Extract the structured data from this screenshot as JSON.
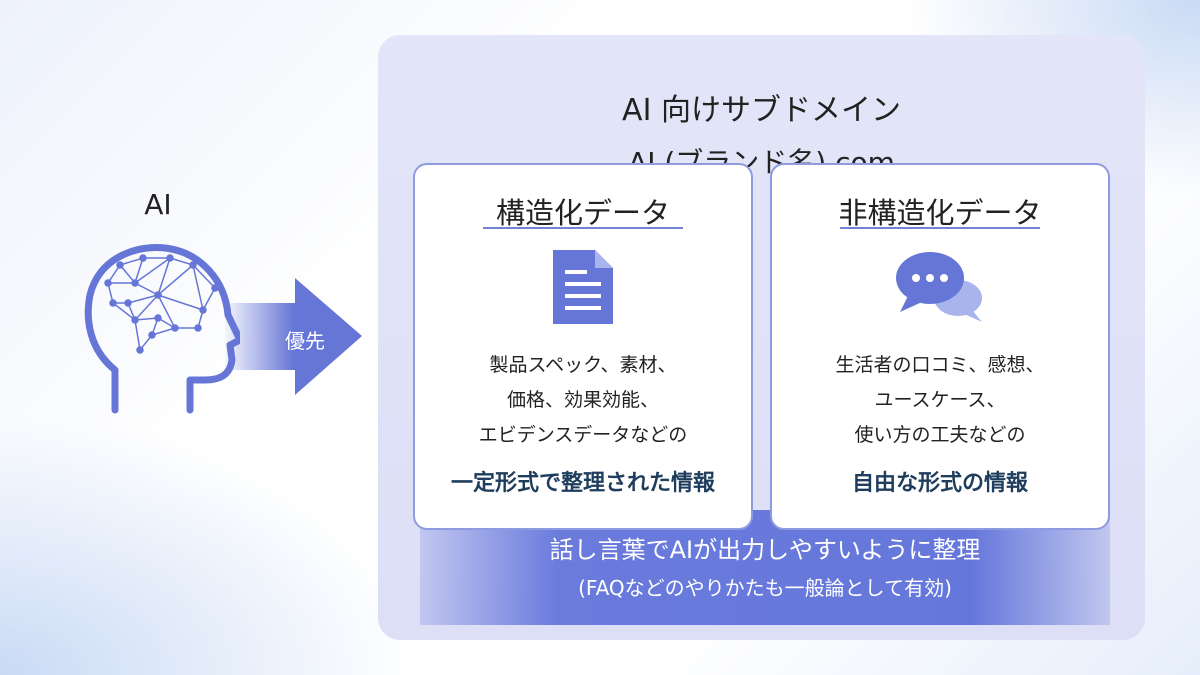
{
  "left": {
    "ai_label": "AI",
    "arrow_label": "優先"
  },
  "panel": {
    "title": "AI 向けサブドメイン",
    "subtitle": "AI.(ブランド名).com",
    "cards": [
      {
        "heading": "構造化データ",
        "icon": "document-icon",
        "lines": [
          "製品スペック、素材、",
          "価格、効果効能、",
          "エビデンスデータなどの"
        ],
        "emphasis": "一定形式で整理された情報"
      },
      {
        "heading": "非構造化データ",
        "icon": "chat-bubbles-icon",
        "lines": [
          "生活者の口コミ、感想、",
          "ユースケース、",
          "使い方の工夫などの"
        ],
        "emphasis": "自由な形式の情報"
      }
    ],
    "band": {
      "line1": "話し言葉でAIが出力しやすいように整理",
      "line2": "(FAQなどのやりかたも一般論として有効)"
    }
  },
  "colors": {
    "accent": "#6a7bdc",
    "emphasis": "#1f3d5c",
    "panel": "#dfe2f7"
  }
}
